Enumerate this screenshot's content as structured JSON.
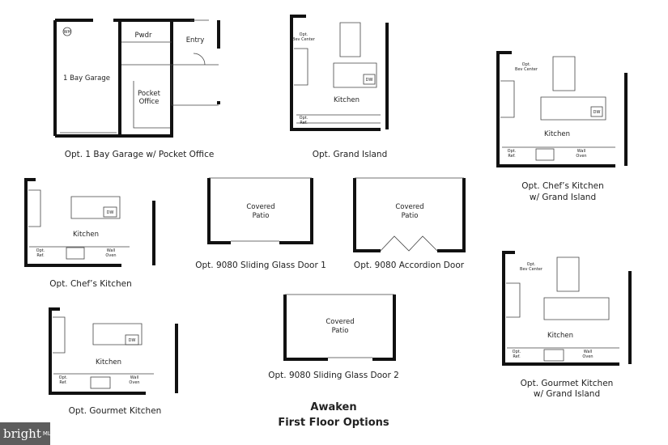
{
  "title": {
    "line1": "Awaken",
    "line2": "First Floor Options"
  },
  "logo": {
    "brand": "bright",
    "suffix": "MLS"
  },
  "plans": [
    {
      "caption": "Opt. 1 Bay Garage w/ Pocket Office",
      "labels": {
        "garage": "1 Bay Garage",
        "powder": "Pwdr",
        "entry": "Entry",
        "office1": "Pocket",
        "office2": "Office",
        "wh": "WH"
      }
    },
    {
      "caption": "Opt. Grand Island",
      "labels": {
        "kitchen": "Kitchen",
        "dw": "DW",
        "bev1": "Opt.",
        "bev2": "Bev Center",
        "ref1": "Opt.",
        "ref2": "Ref."
      }
    },
    {
      "caption1": "Opt. Chef’s Kitchen",
      "caption2": "w/ Grand Island",
      "labels": {
        "kitchen": "Kitchen",
        "dw": "DW",
        "bev1": "Opt.",
        "bev2": "Bev Center",
        "ref1": "Opt.",
        "ref2": "Ref.",
        "oven1": "Wall",
        "oven2": "Oven"
      }
    },
    {
      "caption": "Opt. Chef’s Kitchen",
      "labels": {
        "kitchen": "Kitchen",
        "dw": "DW",
        "ref1": "Opt.",
        "ref2": "Ref.",
        "oven1": "Wall",
        "oven2": "Oven"
      }
    },
    {
      "caption": "Opt. 9080 Sliding Glass Door 1",
      "labels": {
        "patio1": "Covered",
        "patio2": "Patio"
      }
    },
    {
      "caption": "Opt. 9080 Accordion Door",
      "labels": {
        "patio1": "Covered",
        "patio2": "Patio"
      }
    },
    {
      "caption": "Opt. Gourmet Kitchen",
      "labels": {
        "kitchen": "Kitchen",
        "dw": "DW",
        "ref1": "Opt.",
        "ref2": "Ref.",
        "oven1": "Wall",
        "oven2": "Oven"
      }
    },
    {
      "caption": "Opt. 9080 Sliding Glass Door 2",
      "labels": {
        "patio1": "Covered",
        "patio2": "Patio"
      }
    },
    {
      "caption1": "Opt. Gourmet Kitchen",
      "caption2": "w/ Grand Island",
      "labels": {
        "kitchen": "Kitchen",
        "bev1": "Opt.",
        "bev2": "Bev Center",
        "ref1": "Opt.",
        "ref2": "Ref.",
        "oven1": "Wall",
        "oven2": "Oven"
      }
    }
  ]
}
